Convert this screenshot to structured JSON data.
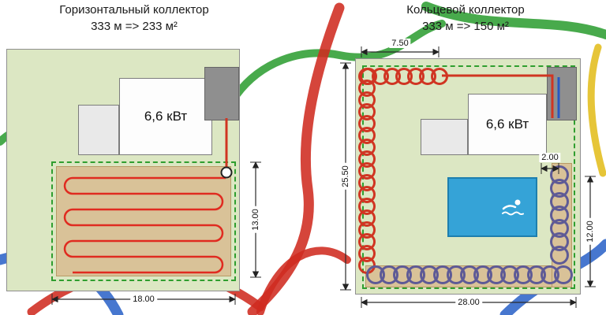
{
  "left": {
    "title": "Горизонтальный коллектор",
    "subtitle": "333 м => 233 м²",
    "house_power": "6,6 кВт",
    "dim_width": "18.00",
    "dim_height": "13.00"
  },
  "right": {
    "title": "Кольцевой коллектор",
    "subtitle": "333 м => 150 м²",
    "house_power": "6,6 кВт",
    "dim_top": "7.50",
    "dim_left": "25.50",
    "dim_gap": "2.00",
    "dim_right": "12.00",
    "dim_bottom": "28.00"
  },
  "colors": {
    "pipe_red": "#d03522",
    "coil_purple": "#5e5a96",
    "plot_green": "#dce7c3",
    "collector_tan": "#d9c298",
    "dashed_green": "#2f9e2f",
    "pool_blue": "#35a3d7"
  },
  "icons": {
    "swimmer": "🏊"
  }
}
